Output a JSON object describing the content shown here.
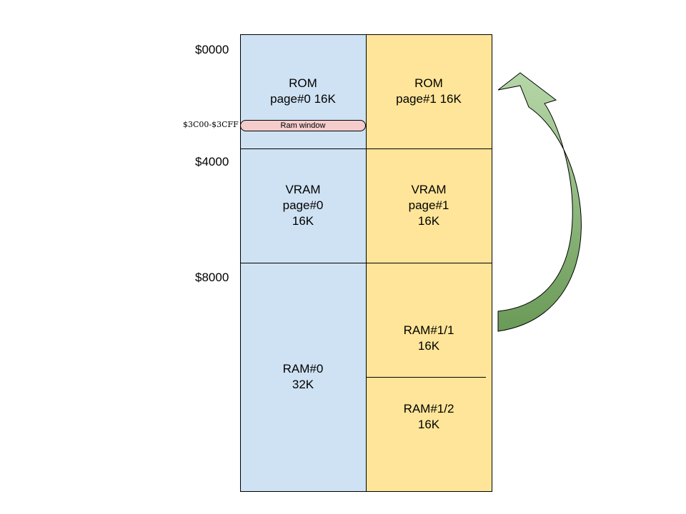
{
  "addresses": {
    "a0000": "$0000",
    "a4000": "$4000",
    "a8000": "$8000",
    "ram_window_range": "$3C00-$3CFF"
  },
  "left_column": {
    "rom": {
      "line1": "ROM",
      "line2": "page#0 16K"
    },
    "ram_window": "Ram window",
    "vram": {
      "line1": "VRAM",
      "line2": "page#0",
      "line3": "16K"
    },
    "ram": {
      "line1": "RAM#0",
      "line2": "32K"
    }
  },
  "right_column": {
    "rom": {
      "line1": "ROM",
      "line2": "page#1 16K"
    },
    "vram": {
      "line1": "VRAM",
      "line2": "page#1",
      "line3": "16K"
    },
    "ram1": {
      "line1": "RAM#1/1",
      "line2": "16K"
    },
    "ram2": {
      "line1": "RAM#1/2",
      "line2": "16K"
    }
  },
  "colors": {
    "page0": "#cfe2f3",
    "page1": "#ffe599",
    "ram_window": "#f4cccc",
    "arrow_light": "#b6d7a8",
    "arrow_dark": "#6a9a57"
  },
  "icons": {
    "arrow": "curved-up-arrow-icon"
  }
}
